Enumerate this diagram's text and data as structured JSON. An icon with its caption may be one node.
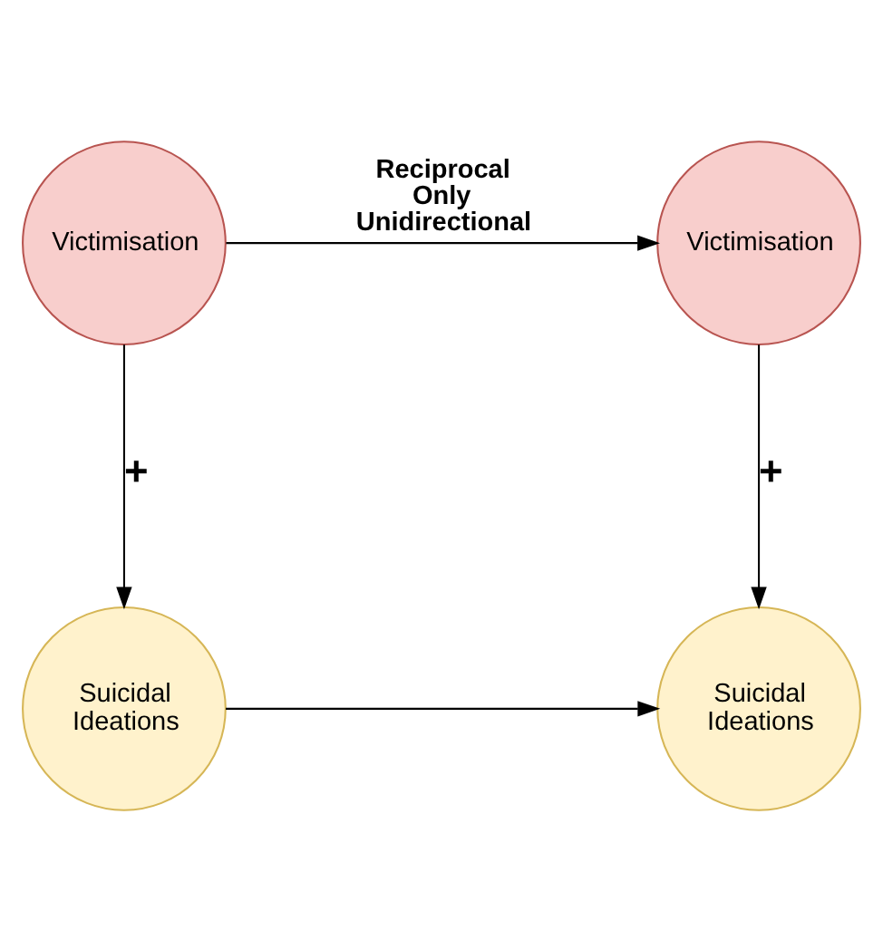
{
  "diagram": {
    "nodes": [
      {
        "text": [
          "Victimisation"
        ]
      },
      {
        "text": [
          "Victimisation"
        ]
      },
      {
        "text": [
          "Suicidal Ideations"
        ]
      },
      {
        "text": [
          "Suicidal Ideations"
        ]
      }
    ],
    "edges": [
      {
        "from": 0,
        "to": 1,
        "arrow": "to",
        "label": "Reciprocal Only Unidirectional"
      },
      {
        "from": 0,
        "to": 2,
        "arrow": "to",
        "label": "+"
      },
      {
        "from": 1,
        "to": 3,
        "arrow": "to",
        "label": "+"
      },
      {
        "from": 2,
        "to": 3,
        "arrow": "to"
      }
    ]
  }
}
